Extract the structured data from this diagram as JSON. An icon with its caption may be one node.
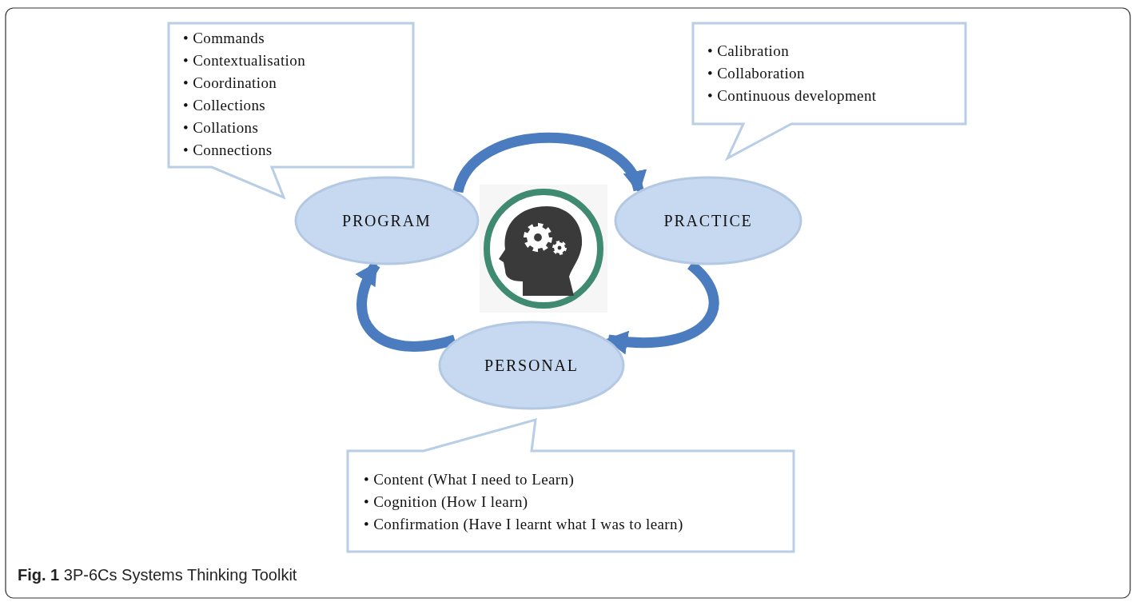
{
  "diagram": {
    "caption": "**Fig. 1** 3P-6Cs Systems Thinking Toolkit",
    "nodes": [
      {
        "text": [
          "• Commands",
          "• Contextualisation",
          "• Coordination",
          "• Collections",
          "• Collations",
          "• Connections"
        ]
      },
      {
        "text": [
          "PROGRAM"
        ]
      },
      {
        "text": [
          "• Calibration",
          "• Collaboration",
          "• Continuous development"
        ]
      },
      {
        "text": [
          "PRACTICE"
        ]
      },
      {
        "text": [
          "PERSONAL"
        ]
      },
      {
        "text": [
          "• Content (What I need to Learn)",
          "• Cognition (How I learn)",
          "• Confirmation (Have I learnt what I was to learn)"
        ]
      }
    ],
    "edges": [
      {
        "from": 1,
        "to": 3,
        "arrow": "to"
      },
      {
        "from": 3,
        "to": 4,
        "arrow": "to"
      },
      {
        "from": 4,
        "to": 1,
        "arrow": "to"
      }
    ]
  }
}
